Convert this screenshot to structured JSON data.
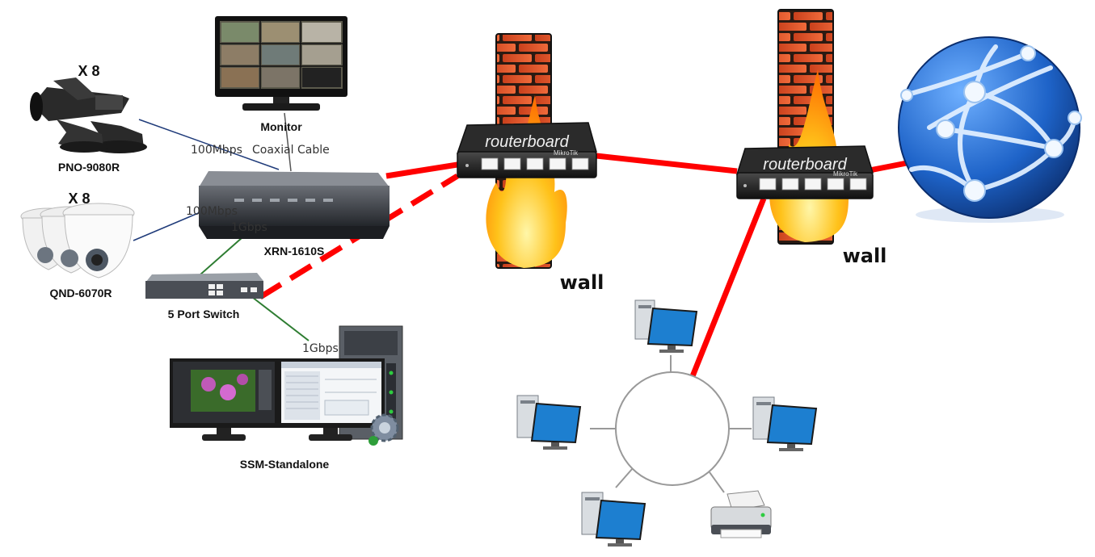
{
  "devices": {
    "camera_bullet": {
      "count": "X 8",
      "model": "PNO-9080R"
    },
    "camera_dome": {
      "count": "X 8",
      "model": "QND-6070R"
    },
    "monitor": {
      "label": "Monitor"
    },
    "nvr": {
      "label": "XRN-1610S"
    },
    "switch": {
      "label": "5 Port Switch"
    },
    "workstation": {
      "label": "SSM-Standalone"
    },
    "router_left": {
      "brand": "routerboard",
      "sub": "MikroTik"
    },
    "router_right": {
      "brand": "routerboard",
      "sub": "MikroTik"
    }
  },
  "links": {
    "cam1_speed": "100Mbps",
    "cam2_speed": "100Mbps",
    "monitor_cable": "Coaxial Cable",
    "nvr_switch_speed": "1Gbps",
    "switch_ws_speed": "1Gbps"
  },
  "firewalls": {
    "left_label": "wall",
    "right_label": "wall"
  },
  "colors": {
    "wan_link": "#ff0000",
    "camera_link": "#1f3b7a",
    "lan_link": "#2e7d32",
    "brick": "#e8552a",
    "flame": "#ff9a00",
    "globe": "#1e63c8"
  }
}
